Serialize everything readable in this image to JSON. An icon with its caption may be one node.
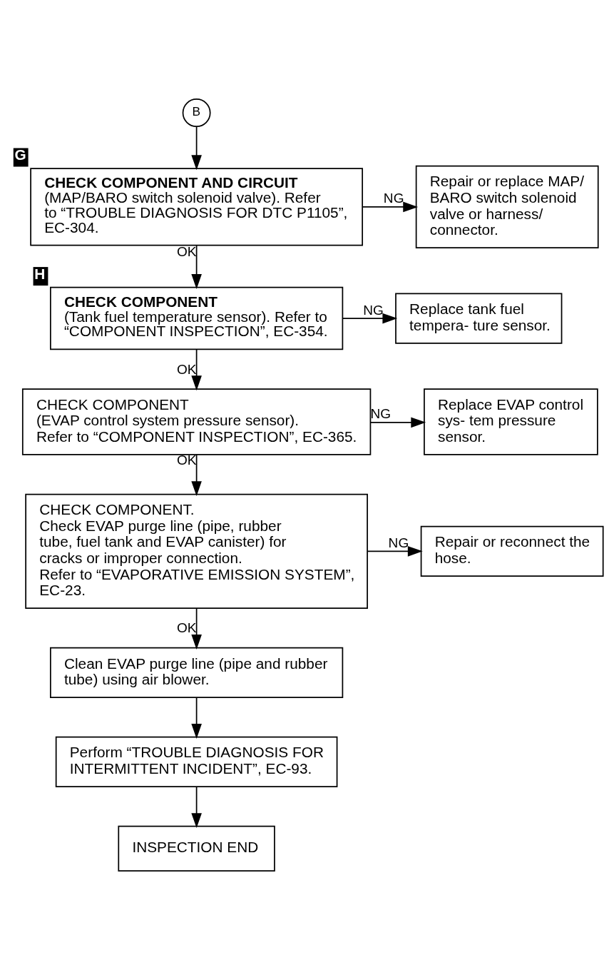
{
  "diagram": {
    "nodes": [
      {
        "text": [
          "B"
        ]
      },
      {
        "text": [
          "CHECK COMPONENT AND CIRCUIT",
          "(MAP/BARO switch solenoid valve). Refer to “TROUBLE DIAGNOSIS FOR DTC P1105”, EC-304."
        ],
        "beside": [
          "G"
        ]
      },
      {
        "text": [
          "Repair or replace MAP/ BARO switch solenoid valve or harness/ connector."
        ]
      },
      {
        "text": [
          "CHECK COMPONENT",
          "(Tank fuel temperature sensor). Refer to “COMPONENT INSPECTION”, EC-354."
        ],
        "beside": [
          "H"
        ]
      },
      {
        "text": [
          "Replace tank fuel tempera- ture sensor."
        ]
      },
      {
        "text": [
          "CHECK COMPONENT",
          "(EVAP control system pressure sensor). Refer to “COMPONENT INSPECTION”, EC-365."
        ]
      },
      {
        "text": [
          "Replace EVAP control sys- tem pressure sensor."
        ]
      },
      {
        "text": [
          "CHECK COMPONENT.",
          "Check EVAP purge line (pipe, rubber tube, fuel tank and EVAP canister) for cracks or improper connection.",
          "Refer to “EVAPORATIVE EMISSION SYSTEM”, EC-23."
        ]
      },
      {
        "text": [
          "Repair or reconnect the hose."
        ]
      },
      {
        "text": [
          "Clean EVAP purge line (pipe and rubber tube) using air blower."
        ]
      },
      {
        "text": [
          "Perform “TROUBLE DIAGNOSIS FOR INTERMITTENT INCIDENT”, EC-93."
        ]
      },
      {
        "text": [
          "INSPECTION END"
        ]
      }
    ],
    "edges": [
      {
        "from": 0,
        "to": 1,
        "arrow": "to"
      },
      {
        "from": 1,
        "to": 2,
        "arrow": "to",
        "label": "NG"
      },
      {
        "from": 1,
        "to": 3,
        "arrow": "to",
        "label": "OK"
      },
      {
        "from": 3,
        "to": 4,
        "arrow": "to",
        "label": "NG"
      },
      {
        "from": 3,
        "to": 5,
        "arrow": "to",
        "label": "OK"
      },
      {
        "from": 5,
        "to": 6,
        "arrow": "to",
        "label": "NG"
      },
      {
        "from": 5,
        "to": 7,
        "arrow": "to",
        "label": "OK"
      },
      {
        "from": 7,
        "to": 8,
        "arrow": "to",
        "label": "NG"
      },
      {
        "from": 7,
        "to": 9,
        "arrow": "to",
        "label": "OK"
      },
      {
        "from": 9,
        "to": 10,
        "arrow": "to"
      },
      {
        "from": 10,
        "to": 11,
        "arrow": "to"
      }
    ]
  }
}
